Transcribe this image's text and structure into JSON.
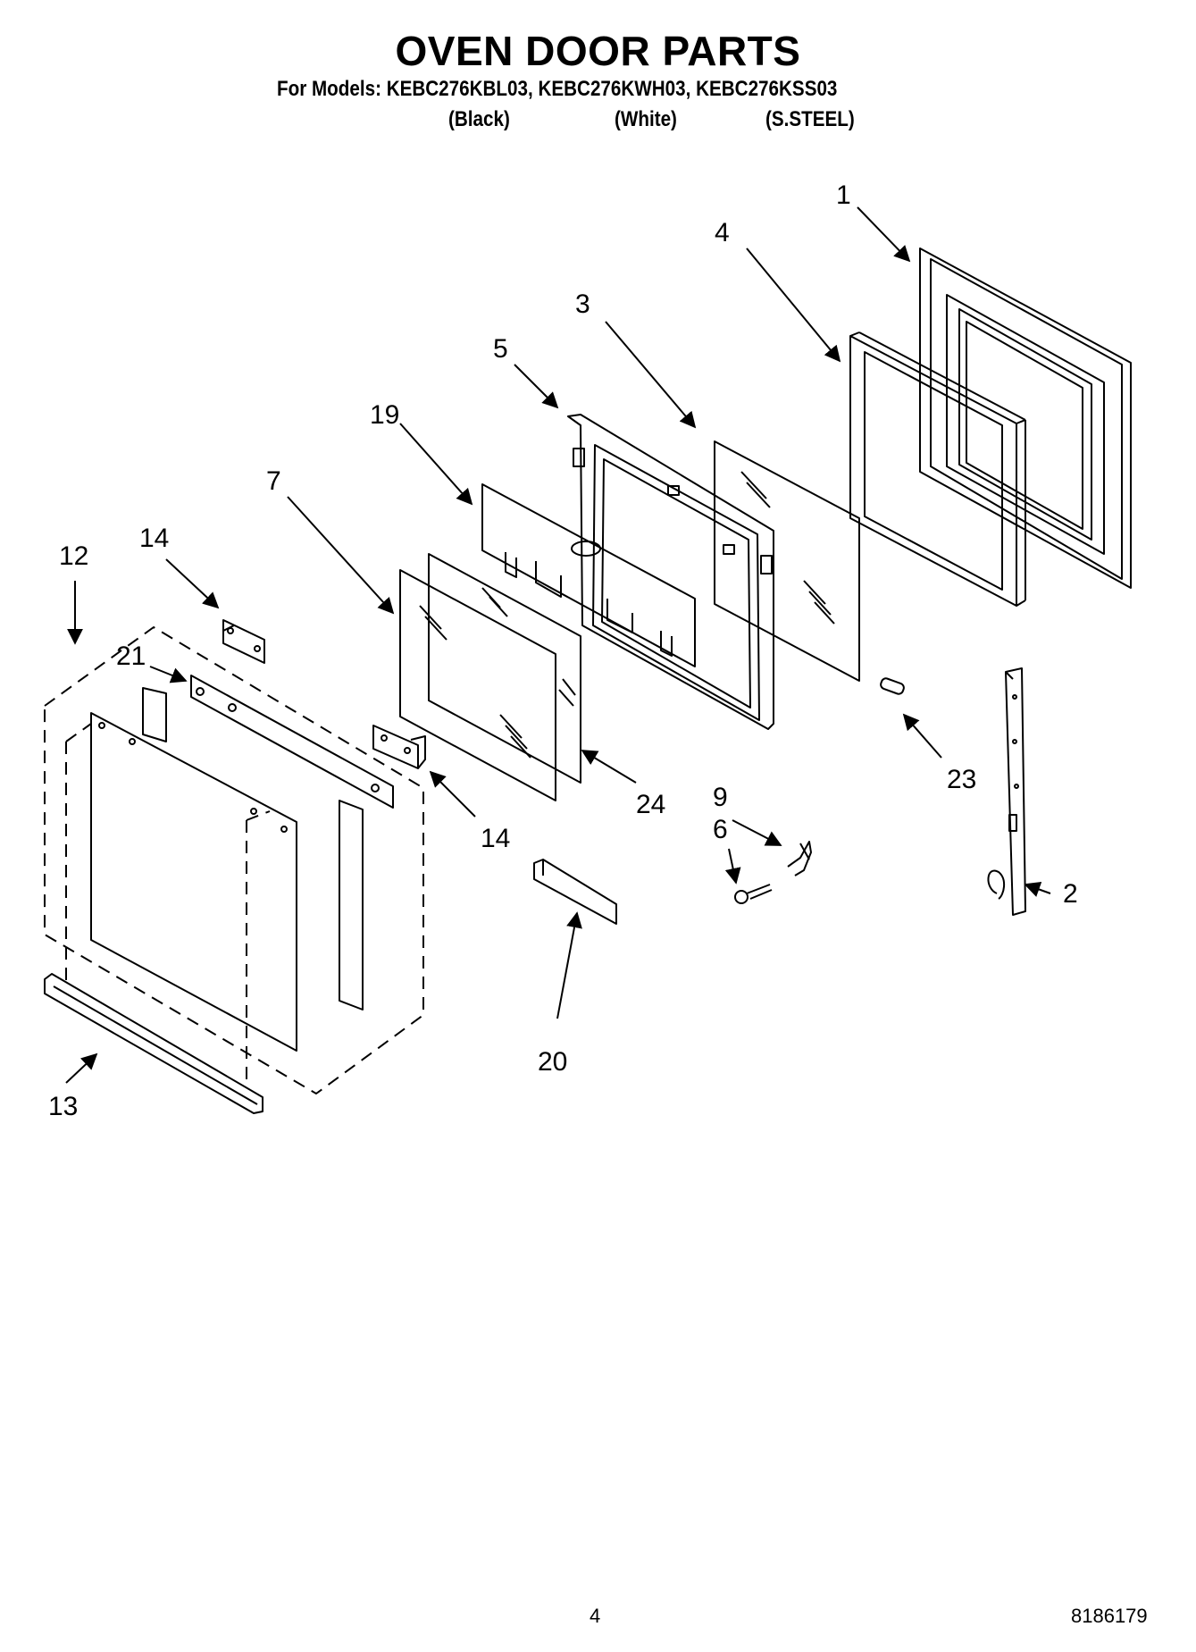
{
  "header": {
    "title": "OVEN DOOR PARTS",
    "models_line": "For Models: KEBC276KBL03, KEBC276KWH03, KEBC276KSS03",
    "variants": [
      "(Black)",
      "(White)",
      "(S.STEEL)"
    ]
  },
  "callouts": [
    "1",
    "4",
    "3",
    "5",
    "19",
    "7",
    "12",
    "14",
    "21",
    "14",
    "24",
    "23",
    "9",
    "6",
    "2",
    "20",
    "13"
  ],
  "footer": {
    "page_number": "4",
    "doc_number": "8186179"
  }
}
